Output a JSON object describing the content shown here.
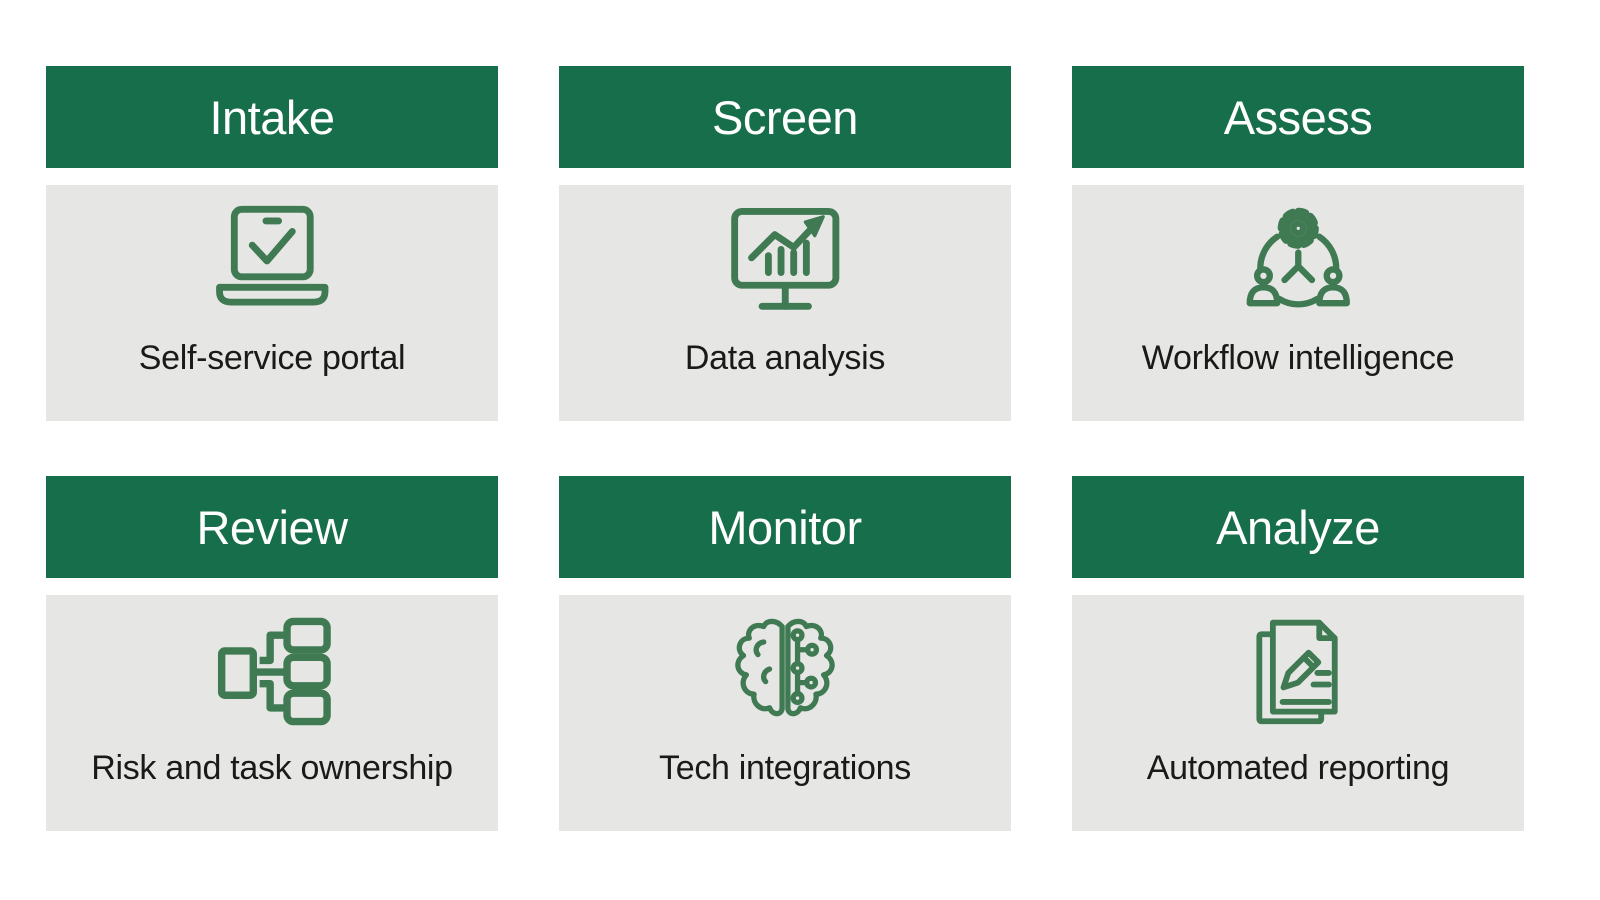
{
  "colors": {
    "header_green": "#176E4A",
    "icon_green": "#3F7A53",
    "body_gray": "#E6E6E4",
    "header_text": "#FFFFFF",
    "label_text": "#1A1A1A",
    "page_background": "#FFFFFF"
  },
  "cards": [
    {
      "title": "Intake",
      "label": "Self-service portal",
      "icon": "laptop-check-icon"
    },
    {
      "title": "Screen",
      "label": "Data analysis",
      "icon": "monitor-chart-icon"
    },
    {
      "title": "Assess",
      "label": "Workflow intelligence",
      "icon": "gear-people-workflow-icon"
    },
    {
      "title": "Review",
      "label": "Risk and task ownership",
      "icon": "org-chart-icon"
    },
    {
      "title": "Monitor",
      "label": "Tech integrations",
      "icon": "ai-brain-icon"
    },
    {
      "title": "Analyze",
      "label": "Automated reporting",
      "icon": "documents-pencil-icon"
    }
  ]
}
